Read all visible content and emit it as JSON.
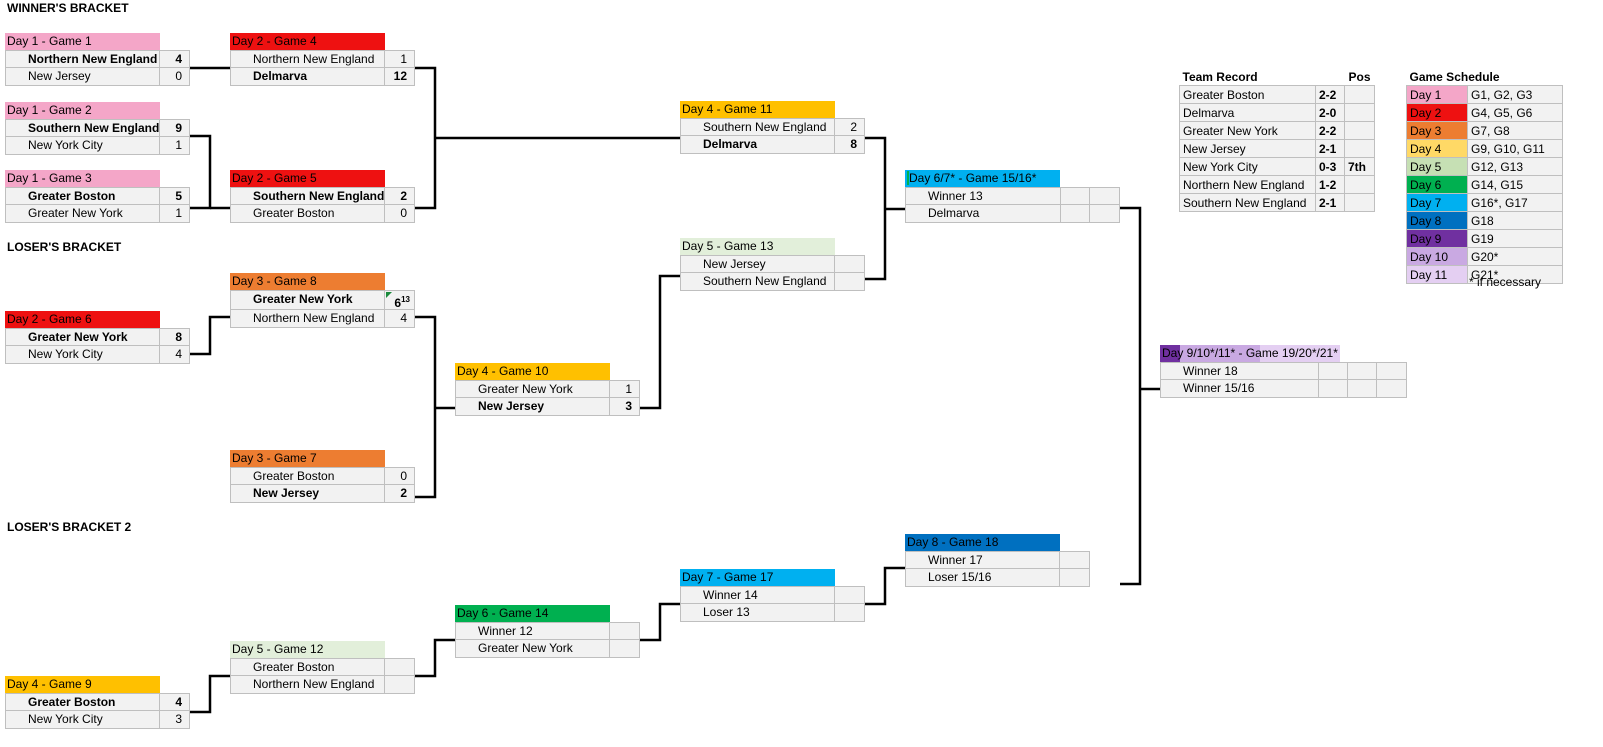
{
  "sections": {
    "winners": "WINNER'S BRACKET",
    "losers": "LOSER'S BRACKET",
    "losers2": "LOSER'S BRACKET 2"
  },
  "colors": {
    "day1": "#f4a6c8",
    "day2": "#ee1111",
    "day3": "#ed7d31",
    "day4": "#ffc000",
    "day5": "#e2efda",
    "day6": "#00b050",
    "day7": "#00b0f0",
    "day8": "#0070c0",
    "day9": "#7030a0",
    "day10": "#c9a9e2",
    "day11": "#e4cff2"
  },
  "games": {
    "g1": {
      "title": "Day 1 - Game 1",
      "t1": "Northern New England",
      "s1": "4",
      "t2": "New Jersey",
      "s2": "0"
    },
    "g2": {
      "title": "Day 1 - Game 2",
      "t1": "Southern New England",
      "s1": "9",
      "t2": "New York City",
      "s2": "1"
    },
    "g3": {
      "title": "Day 1 - Game 3",
      "t1": "Greater Boston",
      "s1": "5",
      "t2": "Greater New York",
      "s2": "1"
    },
    "g4": {
      "title": "Day 2 - Game 4",
      "t1": "Northern New England",
      "s1": "1",
      "t2": "Delmarva",
      "s2": "12"
    },
    "g5": {
      "title": "Day 2 - Game 5",
      "t1": "Southern New England",
      "s1": "2",
      "t2": "Greater Boston",
      "s2": "0"
    },
    "g6": {
      "title": "Day 2 - Game 6",
      "t1": "Greater New York",
      "s1": "8",
      "t2": "New York City",
      "s2": "4"
    },
    "g8": {
      "title": "Day 3 - Game 8",
      "t1": "Greater New York",
      "s1": "6",
      "s1sup": "13",
      "t2": "Northern New England",
      "s2": "4"
    },
    "g7": {
      "title": "Day 3 - Game 7",
      "t1": "Greater Boston",
      "s1": "0",
      "t2": "New Jersey",
      "s2": "2"
    },
    "g10": {
      "title": "Day 4 - Game 10",
      "t1": "Greater New York",
      "s1": "1",
      "t2": "New Jersey",
      "s2": "3"
    },
    "g11": {
      "title": "Day 4 - Game 11",
      "t1": "Southern New England",
      "s1": "2",
      "t2": "Delmarva",
      "s2": "8"
    },
    "g13": {
      "title": "Day 5 - Game 13",
      "t1": "New Jersey",
      "s1": "",
      "t2": "Southern New England",
      "s2": ""
    },
    "g1516": {
      "title": "Day 6/7* - Game 15/16*",
      "t1": "Winner 13",
      "t2": "Delmarva"
    },
    "g9": {
      "title": "Day 4 - Game 9",
      "t1": "Greater Boston",
      "s1": "4",
      "t2": "New York City",
      "s2": "3"
    },
    "g12": {
      "title": "Day 5 - Game 12",
      "t1": "Greater Boston",
      "s1": "",
      "t2": "Northern New England",
      "s2": ""
    },
    "g14": {
      "title": "Day 6 - Game 14",
      "t1": "Winner 12",
      "s1": "",
      "t2": "Greater New York",
      "s2": ""
    },
    "g17": {
      "title": "Day 7 - Game 17",
      "t1": "Winner 14",
      "s1": "",
      "t2": "Loser 13",
      "s2": ""
    },
    "g18": {
      "title": "Day 8 - Game 18",
      "t1": "Winner 17",
      "s1": "",
      "t2": "Loser 15/16",
      "s2": ""
    },
    "g19": {
      "title": "Day 9/10*/11* - Game 19/20*/21*",
      "t1": "Winner 18",
      "t2": "Winner 15/16"
    }
  },
  "record": {
    "header_team": "Team Record",
    "header_pos": "Pos",
    "rows": [
      {
        "team": "Greater Boston",
        "rec": "2-2",
        "pos": ""
      },
      {
        "team": "Delmarva",
        "rec": "2-0",
        "pos": ""
      },
      {
        "team": "Greater New York",
        "rec": "2-2",
        "pos": ""
      },
      {
        "team": "New Jersey",
        "rec": "2-1",
        "pos": ""
      },
      {
        "team": "New York City",
        "rec": "0-3",
        "pos": "7th"
      },
      {
        "team": "Northern New England",
        "rec": "1-2",
        "pos": ""
      },
      {
        "team": "Southern New England",
        "rec": "2-1",
        "pos": ""
      }
    ]
  },
  "schedule": {
    "header": "Game Schedule",
    "rows": [
      {
        "day": "Day 1",
        "games": "G1, G2, G3"
      },
      {
        "day": "Day 2",
        "games": "G4, G5, G6"
      },
      {
        "day": "Day 3",
        "games": "G7, G8"
      },
      {
        "day": "Day 4",
        "games": "G9, G10, G11"
      },
      {
        "day": "Day 5",
        "games": "G12, G13"
      },
      {
        "day": "Day 6",
        "games": "G14, G15"
      },
      {
        "day": "Day 7",
        "games": "G16*, G17"
      },
      {
        "day": "Day 8",
        "games": "G18"
      },
      {
        "day": "Day 9",
        "games": "G19"
      },
      {
        "day": "Day 10",
        "games": "G20*"
      },
      {
        "day": "Day 11",
        "games": "G21*"
      }
    ],
    "note": "* if necessary"
  }
}
